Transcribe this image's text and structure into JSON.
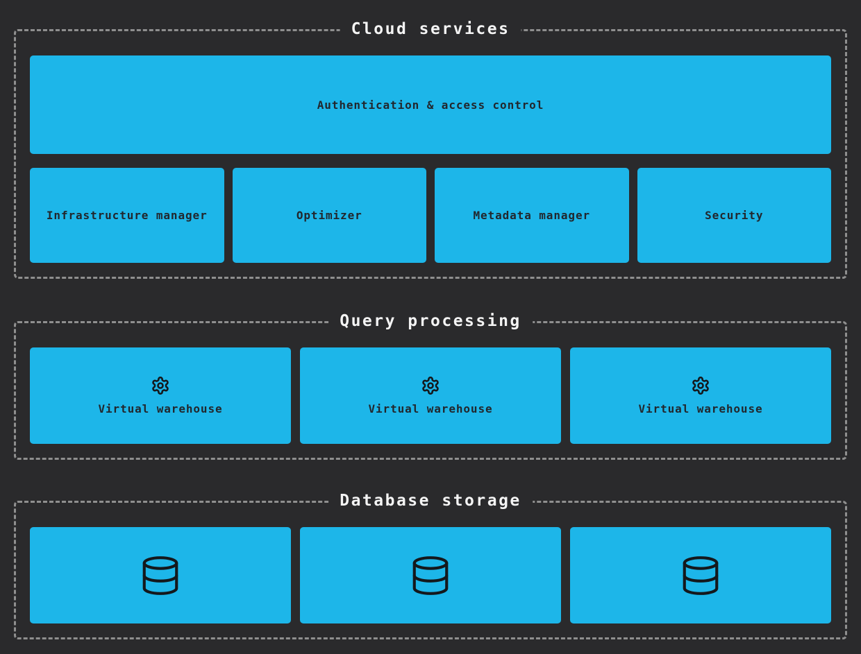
{
  "colors": {
    "bg": "#2a2a2c",
    "accent": "#1db6e9",
    "box-text": "#22272d",
    "dash": "#8f8f8f",
    "title-text": "#f4f4f4",
    "icon": "#14181c"
  },
  "sections": {
    "cloud_services": {
      "title": "Cloud services",
      "auth_box": {
        "label": "Authentication & access control"
      },
      "boxes": [
        {
          "label": "Infrastructure manager"
        },
        {
          "label": "Optimizer"
        },
        {
          "label": "Metadata manager"
        },
        {
          "label": "Security"
        }
      ]
    },
    "query_processing": {
      "title": "Query processing",
      "warehouses": [
        {
          "label": "Virtual warehouse",
          "icon": "gear-icon"
        },
        {
          "label": "Virtual warehouse",
          "icon": "gear-icon"
        },
        {
          "label": "Virtual warehouse",
          "icon": "gear-icon"
        }
      ]
    },
    "database_storage": {
      "title": "Database storage",
      "stores": [
        {
          "icon": "database-icon"
        },
        {
          "icon": "database-icon"
        },
        {
          "icon": "database-icon"
        }
      ]
    }
  }
}
